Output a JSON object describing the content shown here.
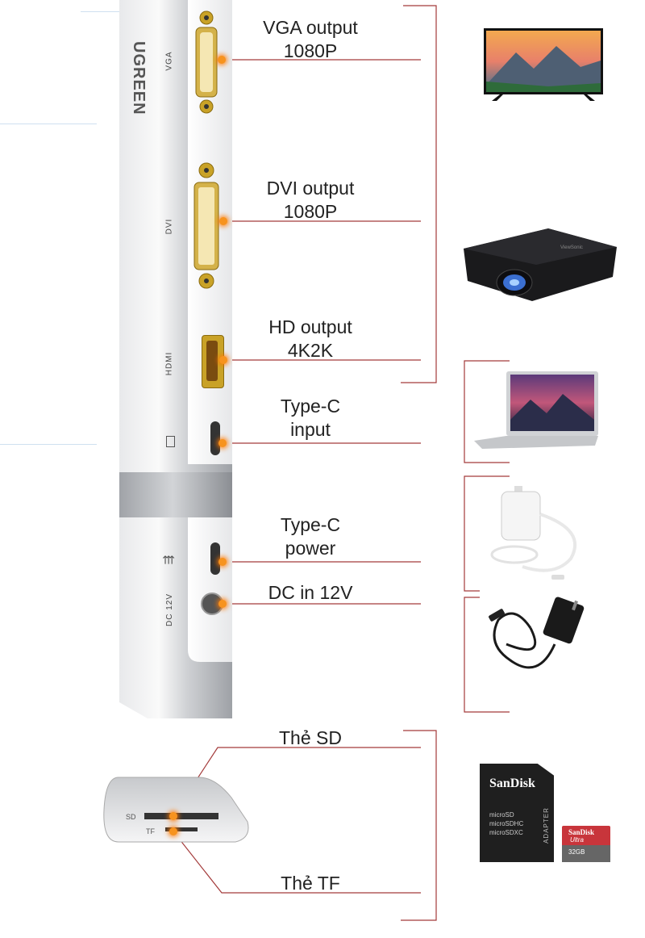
{
  "brand": "UGREEN",
  "hub_port_labels": {
    "vga": "VGA",
    "dvi": "DVI",
    "hdmi": "HDMI",
    "dc": "DC 12V",
    "sd": "SD",
    "tf": "TF"
  },
  "callouts": {
    "vga": {
      "line1": "VGA output",
      "line2": "1080P"
    },
    "dvi": {
      "line1": "DVI output",
      "line2": "1080P"
    },
    "hdmi": {
      "line1": "HD output",
      "line2": "4K2K"
    },
    "typec_in": {
      "line1": "Type-C",
      "line2": "input"
    },
    "typec_power": {
      "line1": "Type-C",
      "line2": "power"
    },
    "dc": {
      "line1": "DC in 12V"
    },
    "sd": {
      "line1": "Thẻ SD"
    },
    "tf": {
      "line1": "Thẻ TF"
    }
  },
  "sd_card": {
    "brand": "SanDisk",
    "types": "microSD\nmicroSDHC\nmicroSDXC",
    "adapter": "ADAPTER",
    "micro_brand": "SanDisk",
    "micro_line": "Ultra",
    "capacity": "32GB"
  },
  "projector_brand": "ViewSonic",
  "colors": {
    "accent": "#f7931e",
    "bracket": "#a12f2f",
    "hub": "#c9cbcf"
  }
}
